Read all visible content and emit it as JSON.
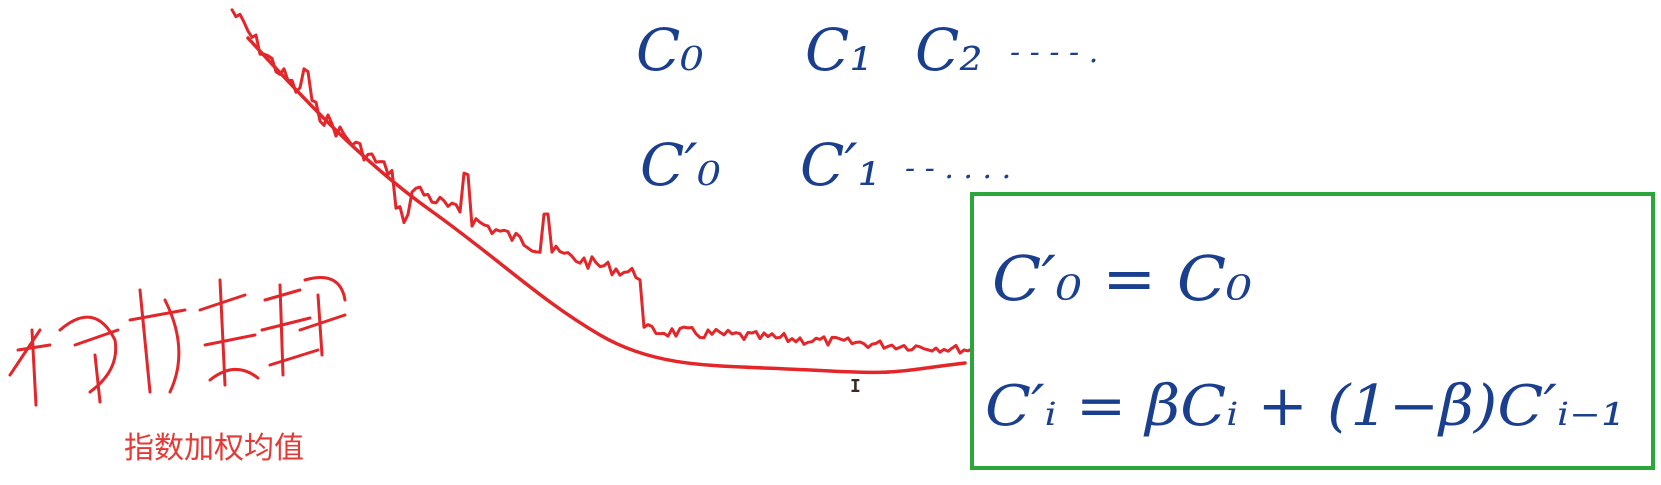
{
  "colors": {
    "ink_blue": "#1b3f8f",
    "ink_red": "#e2262a",
    "box_green": "#2aa63b",
    "caption_red": "#e53935"
  },
  "sequence_raw": {
    "terms": [
      "C₀",
      "C₁",
      "C₂"
    ],
    "trail": "- - - - ."
  },
  "sequence_smoothed": {
    "terms": [
      "C′₀",
      "C′₁"
    ],
    "trail": "- - . . . ."
  },
  "formula_box": {
    "line1": "C′₀ = C₀",
    "line2": "C′ᵢ = βCᵢ + (1−β)C′ᵢ₋₁"
  },
  "handwritten_label": "指数加权均值",
  "caption": "指数加权均值",
  "cursor_glyph": "I"
}
